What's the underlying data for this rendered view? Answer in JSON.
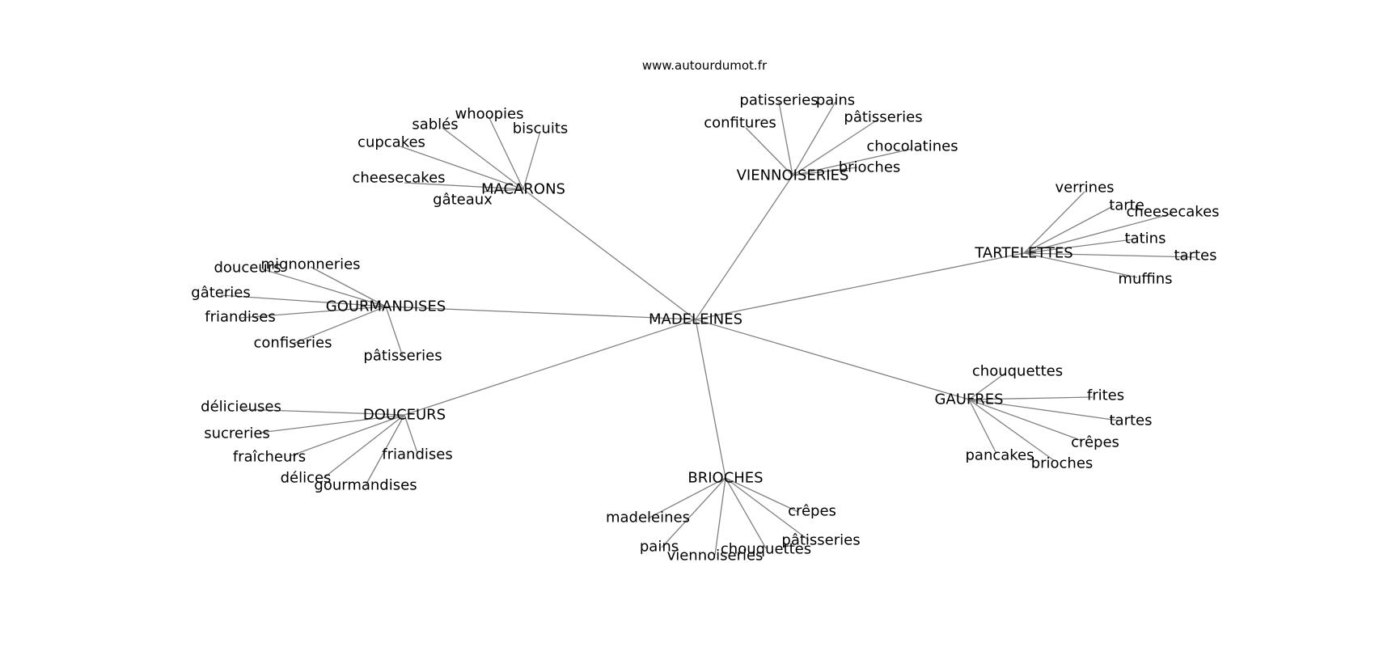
{
  "watermark": "www.autourdumot.fr",
  "center": "MADELEINES",
  "hubs": [
    {
      "label": "MACARONS",
      "children": [
        "whoopies",
        "sablés",
        "biscuits",
        "cupcakes",
        "cheesecakes",
        "gâteaux"
      ]
    },
    {
      "label": "VIENNOISERIES",
      "children": [
        "patisseries",
        "pains",
        "confitures",
        "pâtisseries",
        "chocolatines",
        "brioches"
      ]
    },
    {
      "label": "TARTELETTES",
      "children": [
        "verrines",
        "tarte",
        "cheesecakes",
        "tatins",
        "tartes",
        "muffins"
      ]
    },
    {
      "label": "GOURMANDISES",
      "children": [
        "douceurs",
        "mignonneries",
        "gâteries",
        "friandises",
        "confiseries",
        "pâtisseries"
      ]
    },
    {
      "label": "DOUCEURS",
      "children": [
        "délicieuses",
        "sucreries",
        "fraîcheurs",
        "friandises",
        "délices",
        "gourmandises"
      ]
    },
    {
      "label": "GAUFRES",
      "children": [
        "chouquettes",
        "frites",
        "tartes",
        "crêpes",
        "pancakes",
        "brioches"
      ]
    },
    {
      "label": "BRIOCHES",
      "children": [
        "madeleines",
        "crêpes",
        "pâtisseries",
        "pains",
        "chouquettes",
        "viennoiseries"
      ]
    }
  ]
}
